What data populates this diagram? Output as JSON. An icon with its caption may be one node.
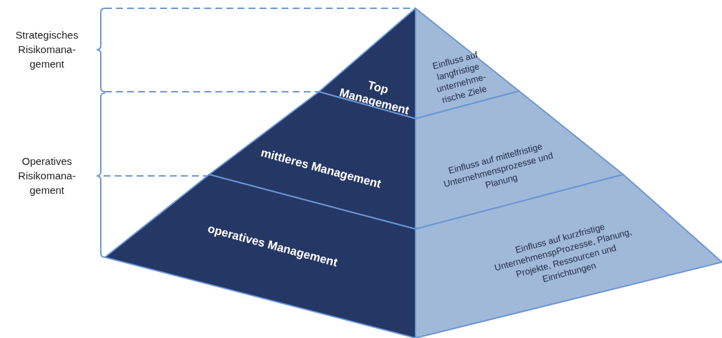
{
  "diagram": {
    "nodes": [
      {
        "text": [
          "Top Management"
        ]
      },
      {
        "text": [
          "Einfluss auf langfristige unternehme- rische Ziele"
        ]
      },
      {
        "text": [
          "mittleres Management"
        ]
      },
      {
        "text": [
          "Einfluss auf mittelfristige Unternehmensprozesse und Planung"
        ]
      },
      {
        "text": [
          "operatives Management"
        ]
      },
      {
        "text": [
          "Einfluss auf kurzfristige UnternehmenspProzesse, Planung, Projekte, Ressourcen und Einrichtungen"
        ]
      }
    ],
    "labels": [
      "Strategisches Risikomana- gement",
      "Operatives Risikomana- gement"
    ]
  }
}
